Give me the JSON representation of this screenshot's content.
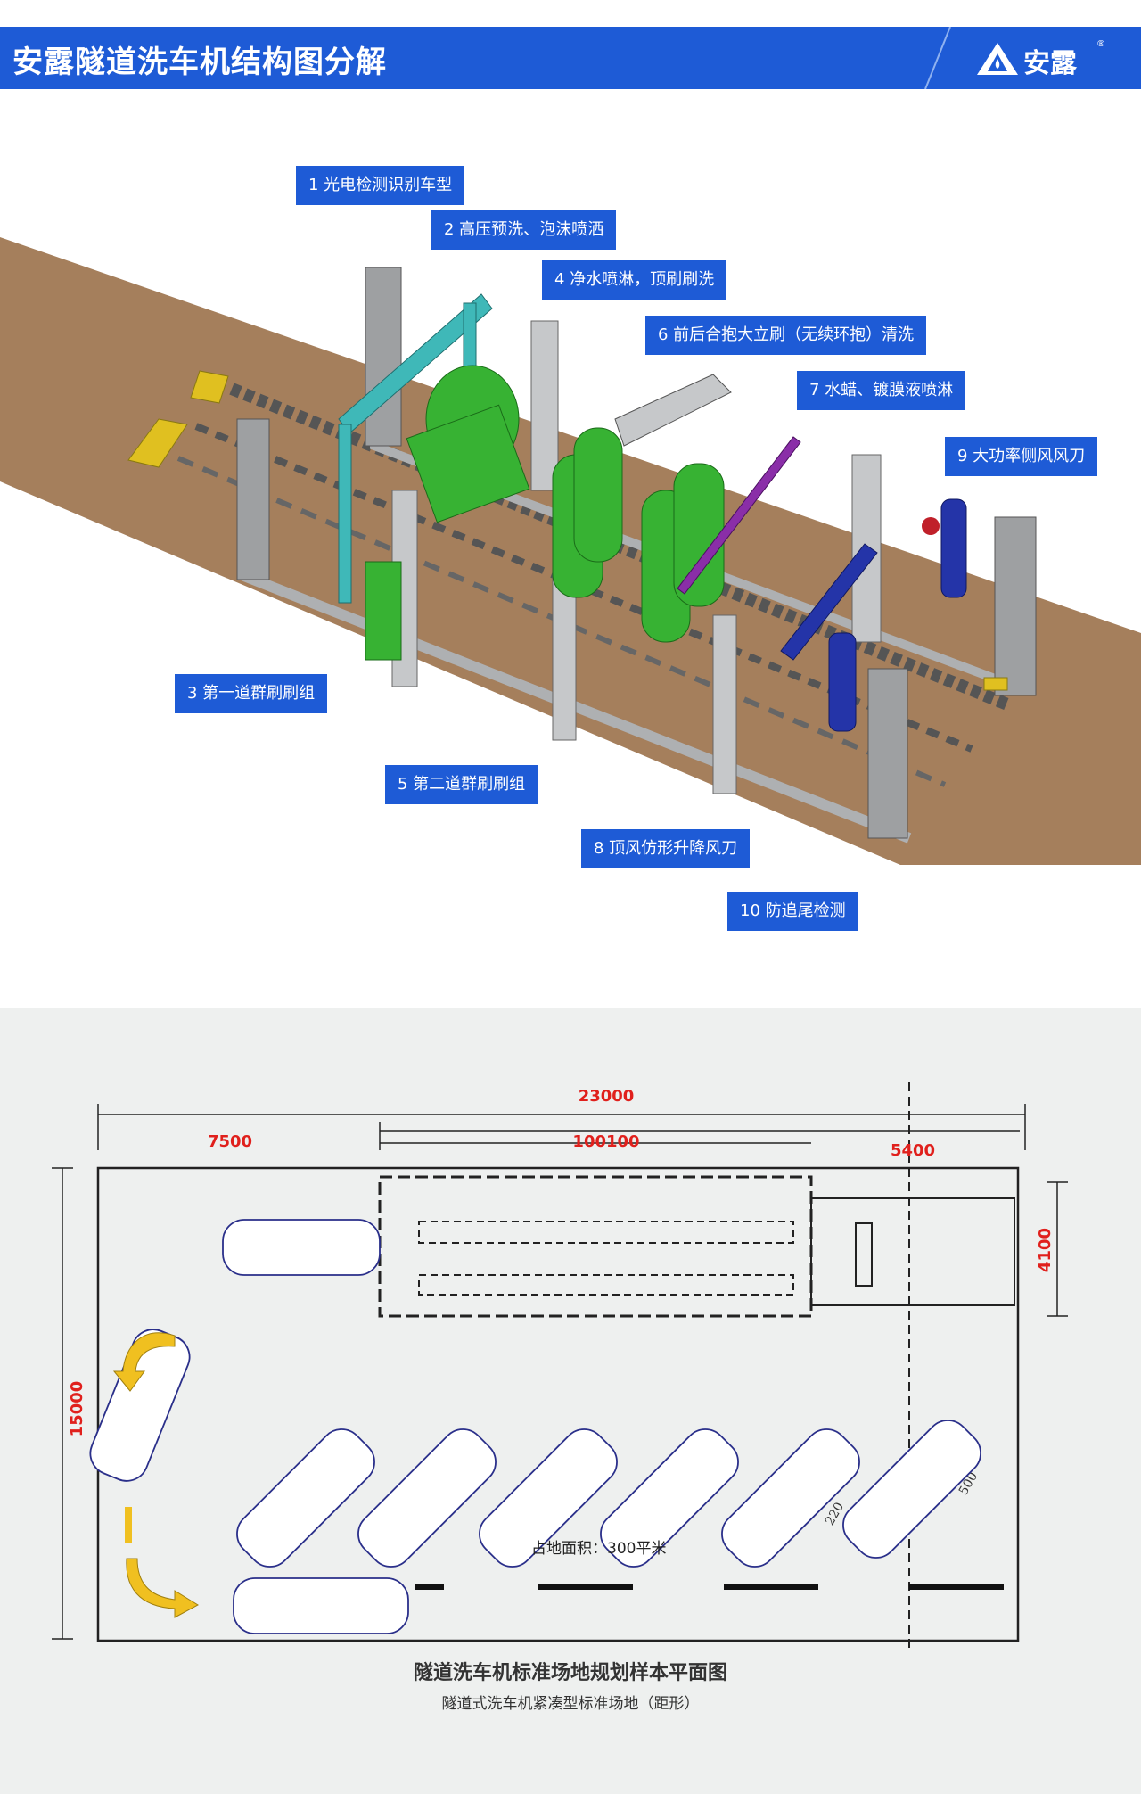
{
  "header": {
    "title": "安露隧道洗车机结构图分解",
    "brand": "安露",
    "reg_mark": "®"
  },
  "labels": [
    "1 光电检测识别车型",
    "2 高压预洗、泡沫喷洒",
    "4 净水喷淋，顶刷刷洗",
    "6 前后合抱大立刷（无续环抱）清洗",
    "7 水蜡、镀膜液喷淋",
    "9 大功率侧风风刀",
    "3 第一道群刷刷组",
    "5 第二道群刷刷组",
    "8 顶风仿形升降风刀",
    "10 防追尾检测"
  ],
  "plan": {
    "dims": {
      "total_length": "23000",
      "left_zone": "7500",
      "machine": "100100",
      "right_zone": "5400",
      "width": "15000",
      "machine_width": "4100",
      "slot_a": "220",
      "slot_b": "500"
    },
    "area_note": "占地面积：300平米",
    "title": "隧道洗车机标准场地规划样本平面图",
    "subtitle": "隧道式洗车机紧凑型标准场地（距形）"
  },
  "colors": {
    "header": "#1e5bd6",
    "ground": "#a57f5c",
    "frame_teal": "#3fb8b8",
    "brush_green": "#37b233",
    "arm_blue": "#2434a8",
    "nozzle_purple": "#8a2ea8",
    "dimension_red": "#e0201c",
    "arrow_yellow": "#f0c020"
  }
}
